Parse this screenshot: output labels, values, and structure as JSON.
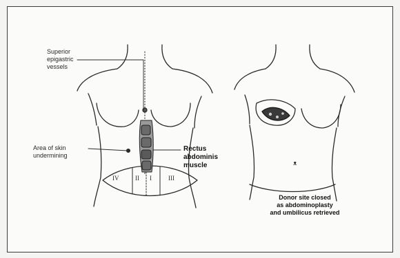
{
  "labels": {
    "superior_vessels": [
      "Superior",
      "epigastric",
      "vessels"
    ],
    "skin_undermining": [
      "Area of skin",
      "undermining"
    ],
    "rectus_muscle": [
      "Rectus",
      "abdominis",
      "muscle"
    ],
    "donor_site": [
      "Donor site closed",
      "as abdominoplasty",
      "and umbilicus retrieved"
    ]
  },
  "zones": [
    "IV",
    "II",
    "I",
    "III"
  ],
  "colors": {
    "ink": "#2a2a2a",
    "paper": "#fbfbf9",
    "muscle": "#6a6a6a",
    "flap": "#3a3a3a"
  }
}
